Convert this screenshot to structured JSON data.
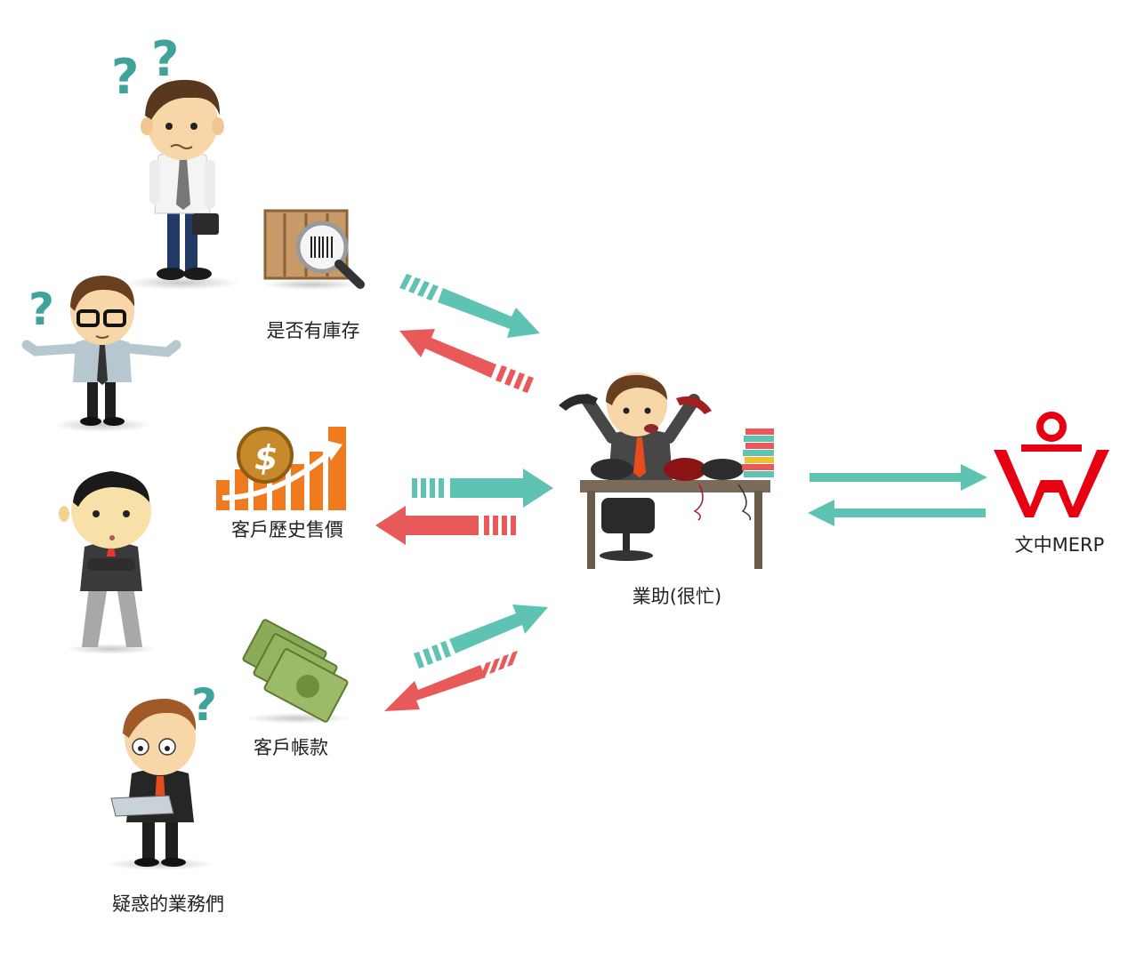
{
  "labels": {
    "stock": "是否有庫存",
    "price_history": "客戶歷史售價",
    "account": "客戶帳款",
    "salespeople": "疑惑的業務們",
    "assistant": "業助(很忙)",
    "erp": "文中MERP"
  },
  "icons": {
    "question": "question-mark-icon",
    "crate": "crate-barcode-search-icon",
    "dollar_chart": "dollar-growth-chart-icon",
    "money": "money-stack-icon",
    "logo": "wenzhong-logo-icon"
  },
  "colors": {
    "teal": "#5fc3b4",
    "red": "#e85a5a",
    "orange": "#f07a1e",
    "brand_red": "#e60012",
    "suit_dark": "#3a3a3a",
    "skin": "#f7d6a8",
    "hair": "#5a3820"
  }
}
